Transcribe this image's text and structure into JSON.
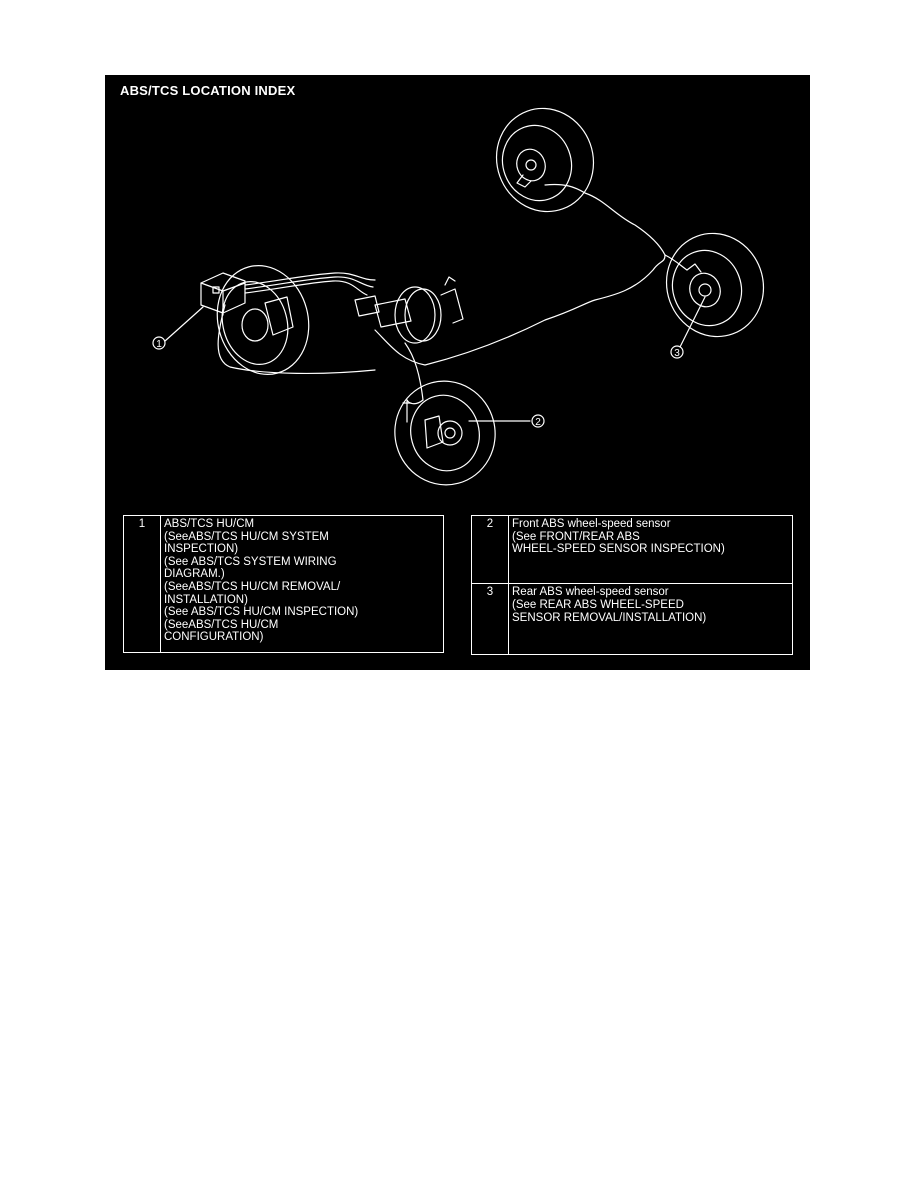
{
  "title": "ABS/TCS LOCATION INDEX",
  "callouts": [
    "1",
    "2",
    "3"
  ],
  "table_left": {
    "rows": [
      {
        "number": "1",
        "lines": [
          "ABS/TCS HU/CM",
          " (SeeABS/TCS HU/CM SYSTEM",
          "INSPECTION)",
          "(See ABS/TCS SYSTEM WIRING",
          "DIAGRAM.)",
          " (SeeABS/TCS HU/CM REMOVAL/",
          "INSTALLATION)",
          " (See ABS/TCS HU/CM INSPECTION)",
          " (SeeABS/TCS HU/CM",
          "CONFIGURATION)"
        ]
      }
    ]
  },
  "table_right": {
    "rows": [
      {
        "number": "2",
        "lines": [
          "Front ABS wheel-speed sensor",
          "  (See FRONT/REAR ABS",
          " WHEEL-SPEED SENSOR INSPECTION)"
        ]
      },
      {
        "number": "3",
        "lines": [
          "Rear ABS wheel-speed sensor",
          "  (See REAR ABS WHEEL-SPEED",
          "SENSOR REMOVAL/INSTALLATION)"
        ]
      }
    ]
  },
  "colors": {
    "background": "#000000",
    "foreground": "#ffffff",
    "page": "#ffffff"
  }
}
